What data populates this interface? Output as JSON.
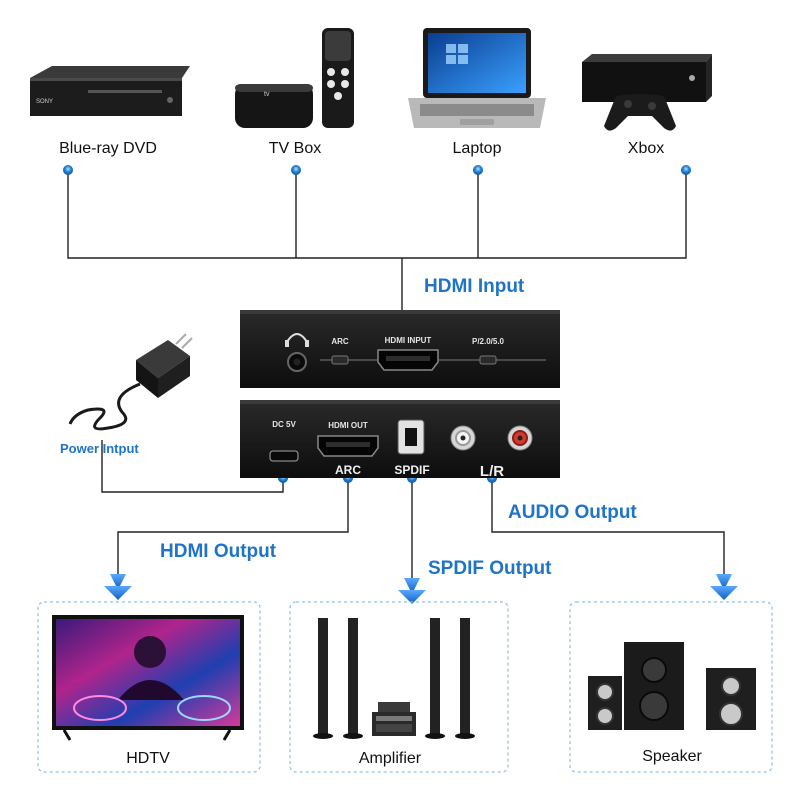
{
  "sources": [
    {
      "label": "Blue-ray DVD",
      "icon": "bluray-player-icon",
      "brand": "SONY"
    },
    {
      "label": "TV Box",
      "icon": "tv-box-icon",
      "brand": "tv"
    },
    {
      "label": "Laptop",
      "icon": "laptop-icon"
    },
    {
      "label": "Xbox",
      "icon": "xbox-console-icon"
    }
  ],
  "labels": {
    "hdmi_input": "HDMI Input",
    "power_input": "Power Intput",
    "hdmi_output": "HDMI Output",
    "spdif_output": "SPDIF Output",
    "audio_output": "AUDIO Output"
  },
  "device_front": {
    "arc": "ARC",
    "hdmi_input": "HDMI INPUT",
    "version": "P/2.0/5.0"
  },
  "device_back": {
    "dc": "DC 5V",
    "hdmi_out": "HDMI OUT",
    "arc": "ARC",
    "spdif": "SPDIF",
    "lr": "L/R"
  },
  "outputs": [
    {
      "label": "HDTV",
      "icon": "hdtv-icon"
    },
    {
      "label": "Amplifier",
      "icon": "amplifier-speakers-icon"
    },
    {
      "label": "Speaker",
      "icon": "speaker-system-icon"
    }
  ],
  "colors": {
    "accent": "#1f74c8",
    "line": "#222222",
    "device": "#151515",
    "dashed_border": "#8fc3e8"
  }
}
